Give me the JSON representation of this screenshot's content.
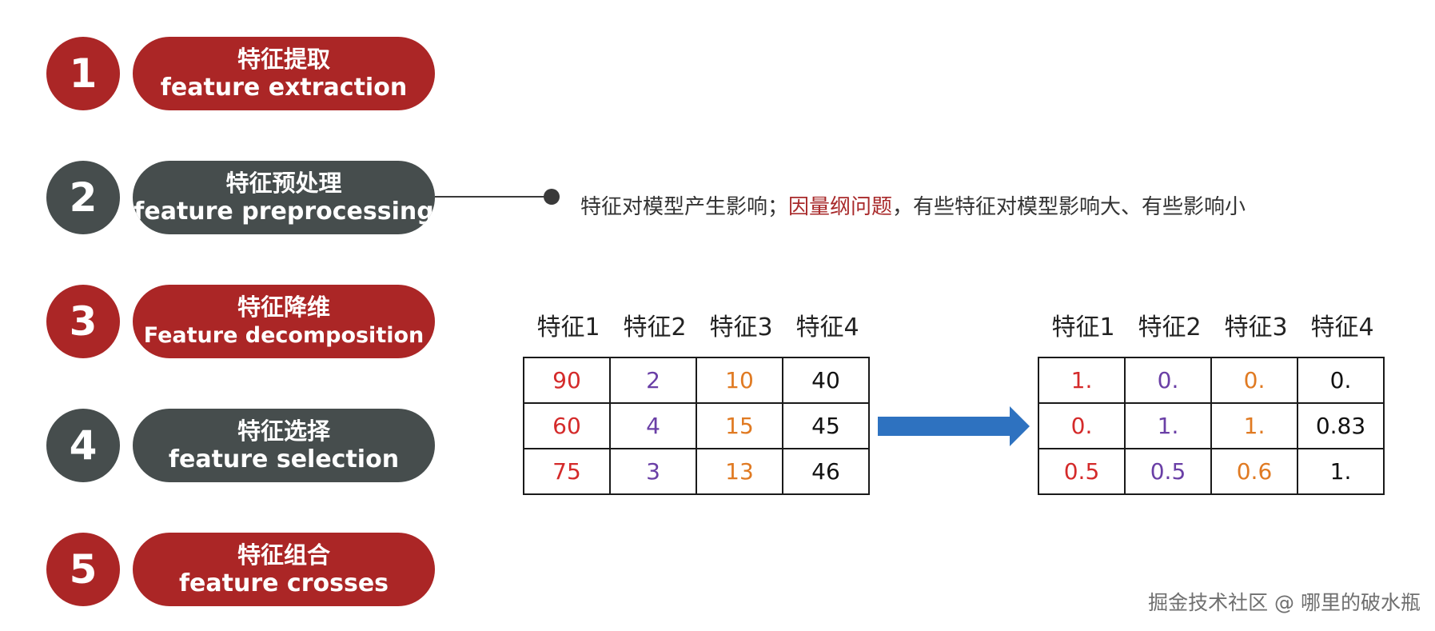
{
  "colors": {
    "red": "#ab2626",
    "gray": "#464d4d",
    "col1": "#d42a2a",
    "col2": "#6a3fa6",
    "col3": "#e07a22",
    "col4": "#111111",
    "arrow": "#2e72c0",
    "highlight": "#a8292a"
  },
  "steps": [
    {
      "num": "1",
      "zh": "特征提取",
      "en": "feature extraction",
      "color": "red"
    },
    {
      "num": "2",
      "zh": "特征预处理",
      "en": "feature preprocessing",
      "color": "gray"
    },
    {
      "num": "3",
      "zh": "特征降维",
      "en": "Feature decomposition",
      "color": "red"
    },
    {
      "num": "4",
      "zh": "特征选择",
      "en": "feature selection",
      "color": "gray"
    },
    {
      "num": "5",
      "zh": "特征组合",
      "en": "feature crosses",
      "color": "red"
    }
  ],
  "note": {
    "before": "特征对模型产生影响；",
    "highlight": "因量纲问题",
    "after": "，有些特征对模型影响大、有些影响小"
  },
  "table_headers": [
    "特征1",
    "特征2",
    "特征3",
    "特征4"
  ],
  "table_before": [
    [
      "90",
      "2",
      "10",
      "40"
    ],
    [
      "60",
      "4",
      "15",
      "45"
    ],
    [
      "75",
      "3",
      "13",
      "46"
    ]
  ],
  "table_after": [
    [
      "1.",
      "0.",
      "0.",
      "0."
    ],
    [
      "0.",
      "1.",
      "1.",
      "0.83"
    ],
    [
      "0.5",
      "0.5",
      "0.6",
      "1."
    ]
  ],
  "watermark": "掘金技术社区 @ 哪里的破水瓶"
}
